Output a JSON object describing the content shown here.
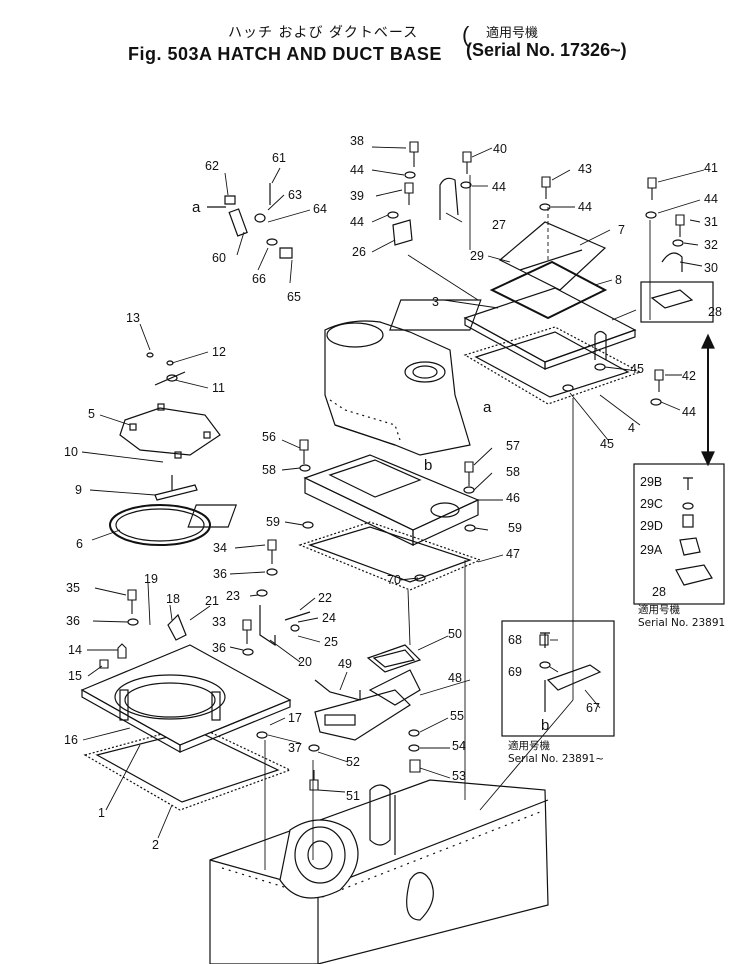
{
  "title": {
    "jp": "ハッチ および ダクトベース",
    "main": "Fig. 503A HATCH AND DUCT BASE",
    "paren_jp": "適用号機",
    "serial": "(Serial No. 17326~)"
  },
  "callouts": {
    "c1": "1",
    "c2": "2",
    "c3": "3",
    "c4": "4",
    "c5": "5",
    "c6": "6",
    "c7": "7",
    "c8": "8",
    "c9": "9",
    "c10": "10",
    "c11": "11",
    "c12": "12",
    "c13": "13",
    "c14": "14",
    "c15": "15",
    "c16": "16",
    "c17": "17",
    "c18": "18",
    "c19": "19",
    "c20": "20",
    "c21": "21",
    "c22": "22",
    "c23": "23",
    "c24": "24",
    "c25": "25",
    "c26": "26",
    "c27": "27",
    "c28a": "28",
    "c28b": "28",
    "c29": "29",
    "c30": "30",
    "c31": "31",
    "c32": "32",
    "c33": "33",
    "c34": "34",
    "c35": "35",
    "c36a": "36",
    "c36b": "36",
    "c36c": "36",
    "c37": "37",
    "c38": "38",
    "c39": "39",
    "c40": "40",
    "c41": "41",
    "c42": "42",
    "c43": "43",
    "c44a": "44",
    "c44b": "44",
    "c44c": "44",
    "c44d": "44",
    "c44e": "44",
    "c44f": "44",
    "c45a": "45",
    "c45b": "45",
    "c46": "46",
    "c47": "47",
    "c48": "48",
    "c49": "49",
    "c50": "50",
    "c51": "51",
    "c52": "52",
    "c53": "53",
    "c54": "54",
    "c55": "55",
    "c56": "56",
    "c57": "57",
    "c58a": "58",
    "c58b": "58",
    "c59a": "59",
    "c59b": "59",
    "c60": "60",
    "c61": "61",
    "c62": "62",
    "c63": "63",
    "c64": "64",
    "c65": "65",
    "c66": "66",
    "c67": "67",
    "c68": "68",
    "c69": "69",
    "c70": "70",
    "c29b": "29B",
    "c29c": "29C",
    "c29d": "29D",
    "c29a": "29A",
    "ref_a1": "a",
    "ref_a2": "a",
    "ref_b1": "b",
    "ref_b2": "b"
  },
  "notes": {
    "inset1_jp": "適用号機",
    "inset1_serial": "Serial No. 23891",
    "inset2_jp": "適用号機",
    "inset2_serial": "Serial No. 23891~"
  }
}
